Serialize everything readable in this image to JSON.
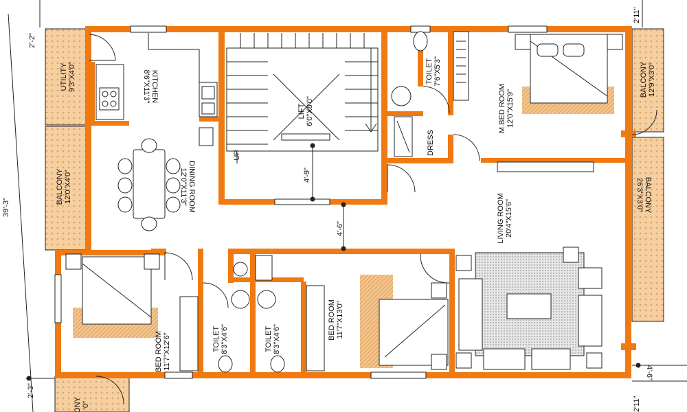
{
  "colors": {
    "wall": "#F07A12",
    "balcony_fill": "#F6CFA0",
    "rug": "#F2C38A",
    "line": "#222222",
    "carpet": "#cfcfcf"
  },
  "rooms": {
    "utility": {
      "name": "UTILITY",
      "size": "9'3\"X4'0\""
    },
    "kitchen": {
      "name": "KITCHEN",
      "size": "8'6\"X11'3\""
    },
    "lift": {
      "name": "LIFT",
      "size": "6'0\"X8'0\""
    },
    "toilet_master": {
      "name": "TOILET",
      "size": "7'6\"X5'3\""
    },
    "master_bed": {
      "name": "M.BED ROOM",
      "size": "12'0\"X15'9\""
    },
    "balcony_ne": {
      "name": "BALCONY",
      "size": "12'9\"X3'0\""
    },
    "balcony_w": {
      "name": "BALCONY",
      "size": "12'0\"X4'0\""
    },
    "dining": {
      "name": "DINING ROOM",
      "size": "12'0\"X11'3\""
    },
    "dress": {
      "name": "DRESS"
    },
    "balcony_e": {
      "name": "BALCONY",
      "size": "26'3\"X3'0\""
    },
    "living": {
      "name": "LIVING ROOM",
      "size": "20'4\"X15'6\""
    },
    "bed_sw": {
      "name": "BED ROOM",
      "size": "11'7\"X12'6\""
    },
    "toilet_a": {
      "name": "TOILET",
      "size": "8'3\"X4'6\""
    },
    "toilet_b": {
      "name": "TOILET",
      "size": "8'3\"X4'6\""
    },
    "bed_mid": {
      "name": "BED ROOM",
      "size": "11'7\"X13'0\""
    },
    "balcony_sw": {
      "name": "ONY",
      "size": "'0\""
    }
  },
  "stair_label": "UP",
  "dimensions": {
    "top_left": "2'-2\"",
    "top_right": "2'11\"",
    "left_overall": "39'-3\"",
    "lift_gap": "4'-9\"",
    "passage": "4'-6\"",
    "bottom_right_small": "4'-6\"",
    "bottom_right": "2'11\"",
    "bottom_left": "2'-3\""
  }
}
